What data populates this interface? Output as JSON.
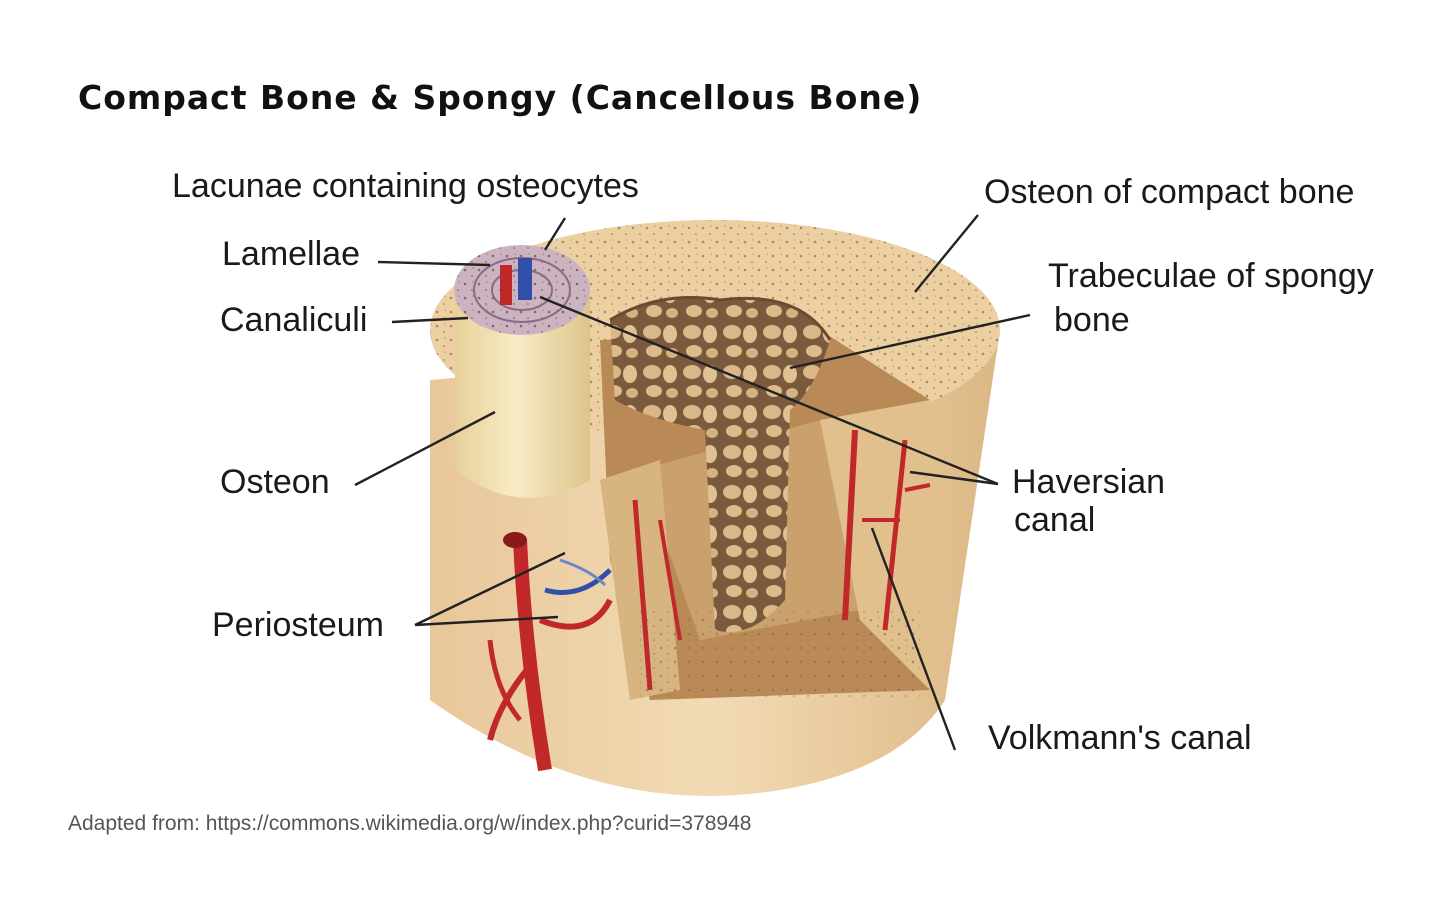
{
  "title": "Compact Bone & Spongy (Cancellous Bone)",
  "labels": {
    "lacunae": "Lacunae containing osteocytes",
    "lamellae": "Lamellae",
    "canaliculi": "Canaliculi",
    "osteon": "Osteon",
    "periosteum": "Periosteum",
    "osteon_compact": "Osteon of compact bone",
    "trabeculae_line1": "Trabeculae of  spongy",
    "trabeculae_line2": "bone",
    "haversian_line1": "Haversian",
    "haversian_line2": "canal",
    "volkmann": "Volkmann's canal"
  },
  "credit": "Adapted from: https://commons.wikimedia.org/w/index.php?curid=378948",
  "colors": {
    "bone_light": "#f0d9b0",
    "bone_mid": "#e2bf8c",
    "bone_dark": "#c79a62",
    "osteon_cream": "#f4e6b8",
    "vessel_red": "#c0282a",
    "vessel_blue": "#2f4fa8",
    "text": "#1a1a1a"
  }
}
